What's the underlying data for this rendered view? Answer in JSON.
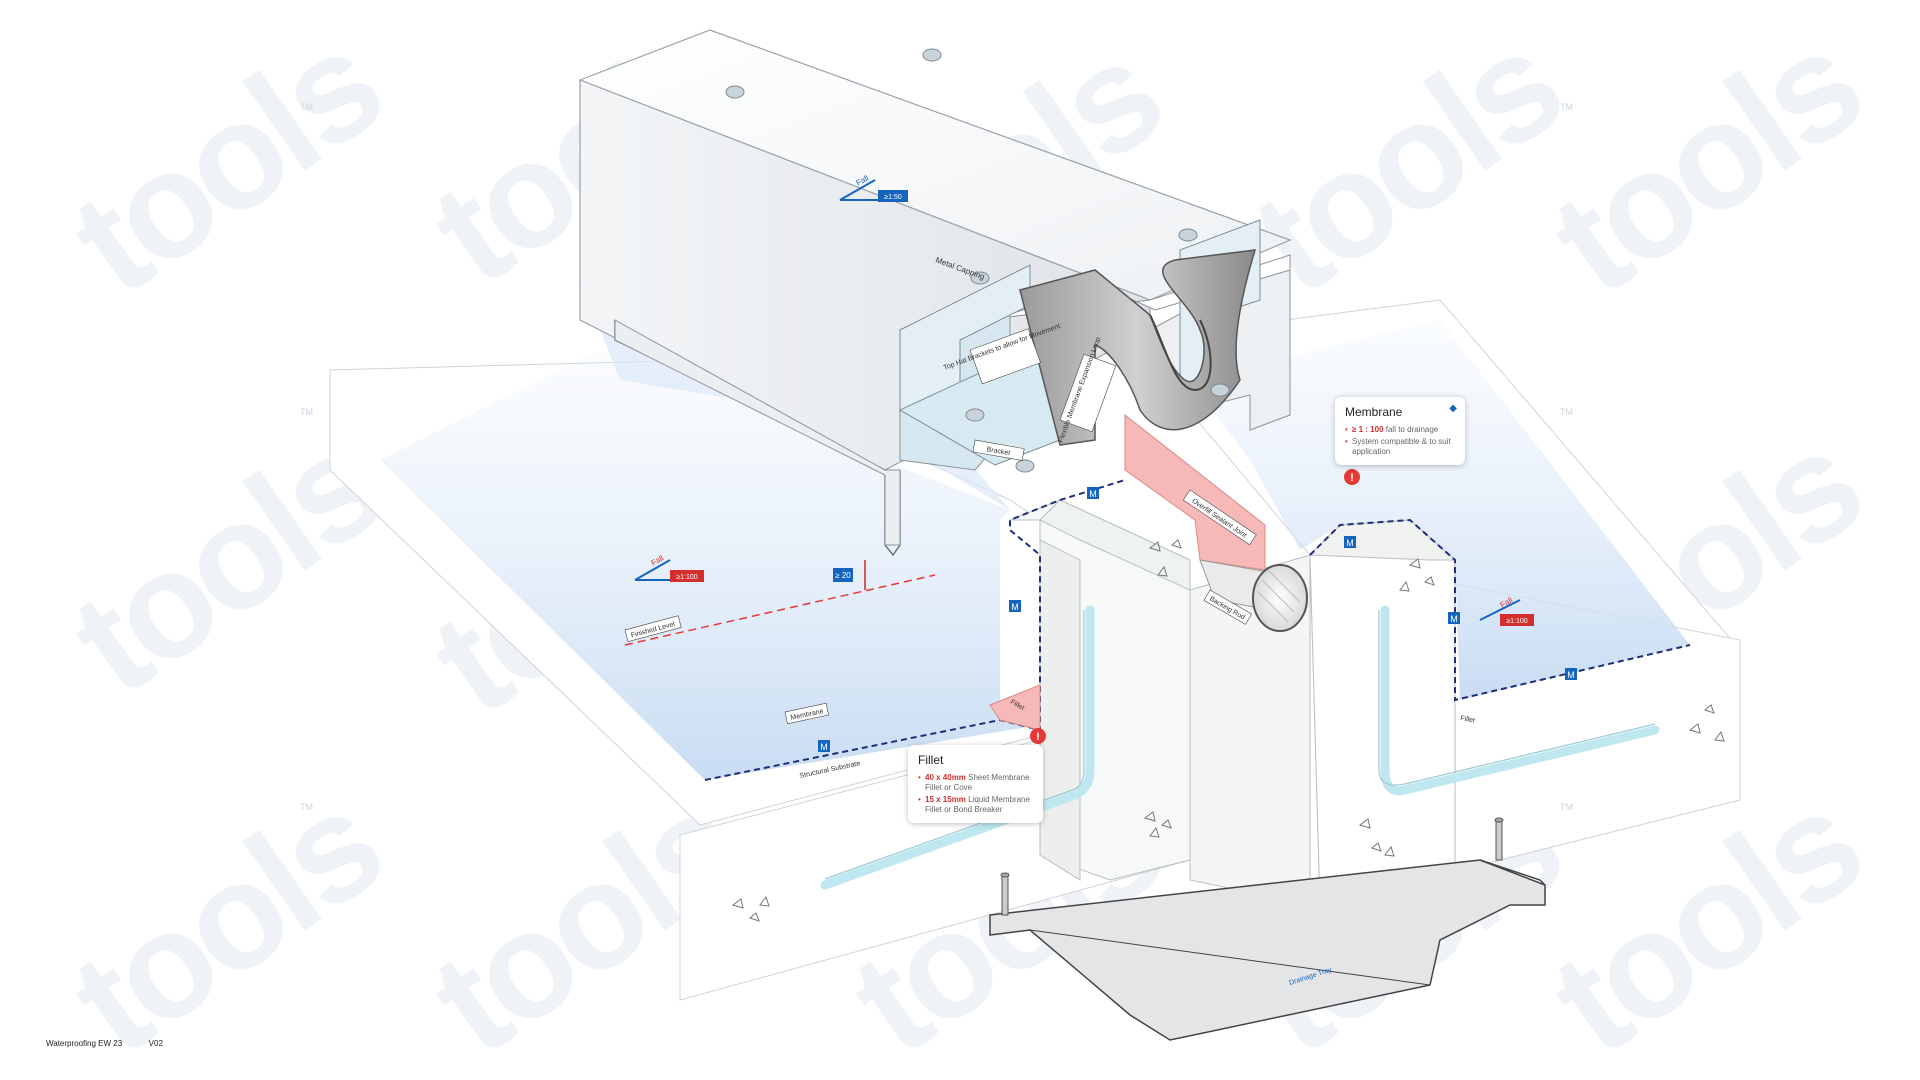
{
  "watermark": {
    "text": "tools",
    "tm": "TM"
  },
  "labels": {
    "metal_capping": "Metal Capping",
    "top_hat": "Top Hat Brackets to allow for Movement",
    "bracket": "Bracket",
    "flexible_loop": "Flexible Membrane Expansion Loop",
    "overfill_sealant": "Overfill Sealant Joint",
    "backing_rod": "Backing Rod",
    "fillet_left": "Fillet",
    "fillet_right": "Fillet",
    "finished_level": "Finished Level",
    "membrane_left": "Membrane",
    "structural_substrate": "Structural Substrate",
    "drainage_tray": "Drainage Tray",
    "dim_20": "≥ 20",
    "membrane_marker": "M"
  },
  "fall_badges": {
    "top": {
      "word": "Fall",
      "ratio": "≥1:50"
    },
    "left": {
      "word": "Fall",
      "ratio": "≥1:100"
    },
    "right": {
      "word": "Fall",
      "ratio": "≥1:100"
    }
  },
  "callouts": {
    "membrane": {
      "title": "Membrane",
      "bullet1_strong": "≥ 1 : 100",
      "bullet1_rest": " fall to drainage",
      "bullet2": "System compatible & to suit application"
    },
    "fillet": {
      "title": "Fillet",
      "bullet1_strong": "40 x 40mm",
      "bullet1_rest": " Sheet Membrane Fillet or Cove",
      "bullet2_strong": "15 x 15mm",
      "bullet2_rest": " Liquid Membrane Fillet or Bond Breaker"
    }
  },
  "footer": {
    "title": "Waterproofing EW 23",
    "version": "V02"
  },
  "colors": {
    "membrane_blue": "#cfe0f5",
    "dash_navy": "#1f2f7a",
    "sealant_pink": "#f4a9a9",
    "warning_red": "#e53935",
    "badge_blue": "#1565c0",
    "badge_red": "#d32f2f"
  }
}
